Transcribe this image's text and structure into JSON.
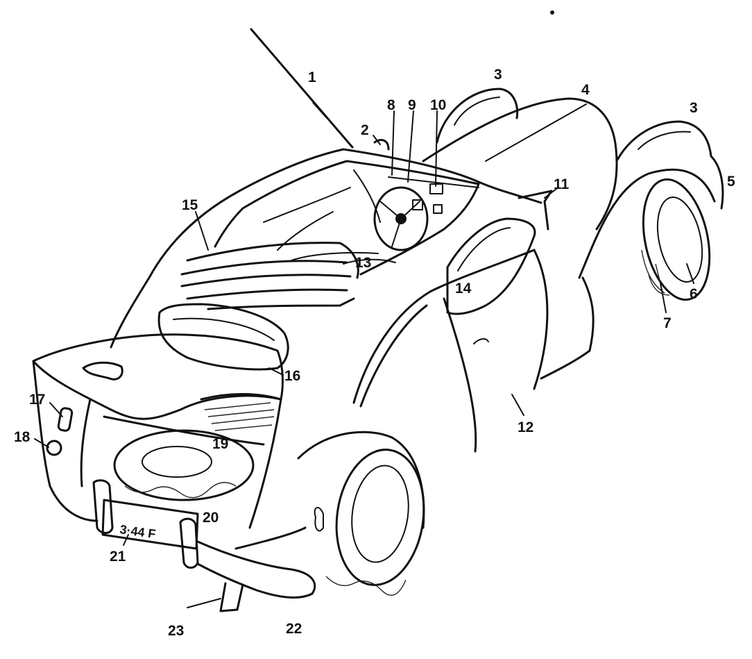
{
  "figure": {
    "plate_text": "3·44 F",
    "callouts": [
      {
        "label": "1"
      },
      {
        "label": "2"
      },
      {
        "label": "3"
      },
      {
        "label": "4"
      },
      {
        "label": "3"
      },
      {
        "label": "5"
      },
      {
        "label": "8"
      },
      {
        "label": "9"
      },
      {
        "label": "10"
      },
      {
        "label": "11"
      },
      {
        "label": "6"
      },
      {
        "label": "7"
      },
      {
        "label": "15"
      },
      {
        "label": "13"
      },
      {
        "label": "14"
      },
      {
        "label": "16"
      },
      {
        "label": "12"
      },
      {
        "label": "17"
      },
      {
        "label": "18"
      },
      {
        "label": "19"
      },
      {
        "label": "20"
      },
      {
        "label": "21"
      },
      {
        "label": "22"
      },
      {
        "label": "23"
      }
    ]
  }
}
